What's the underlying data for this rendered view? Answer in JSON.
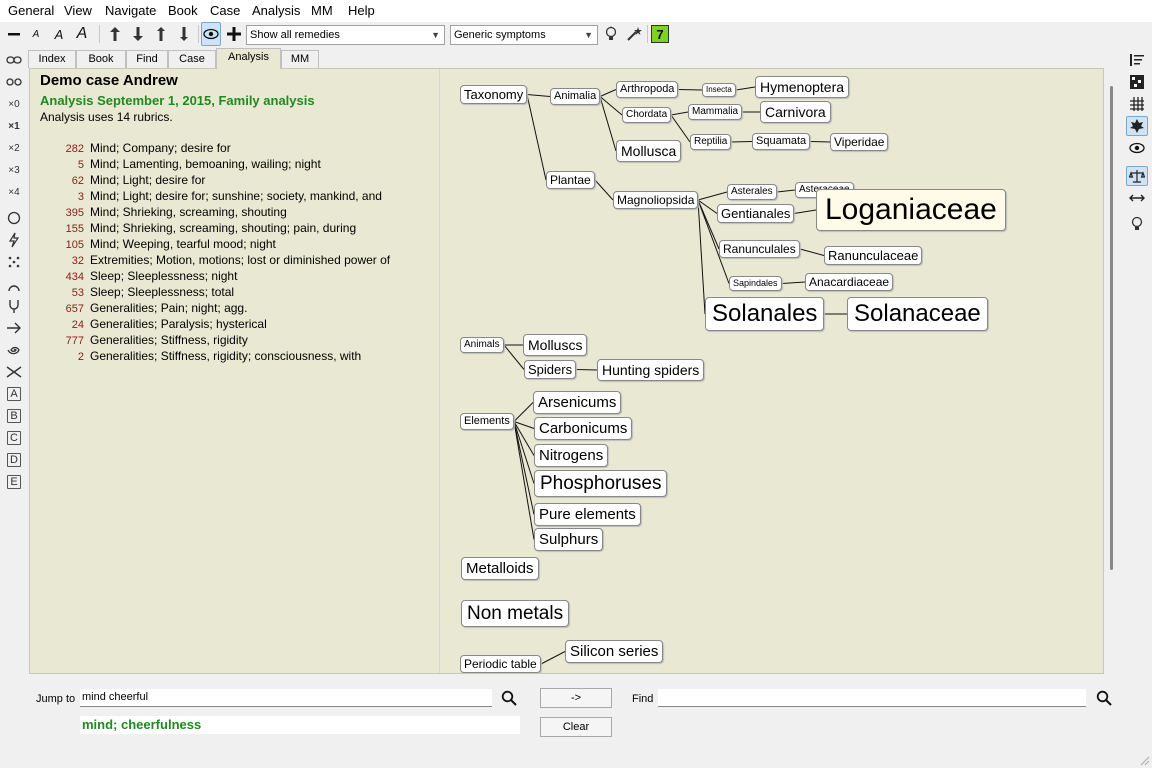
{
  "menu": [
    "General",
    "View",
    "Navigate",
    "Book",
    "Case",
    "Analysis",
    "MM",
    "Help"
  ],
  "toolbar": {
    "remedy_filter": "Show all remedies",
    "symptom_filter": "Generic symptoms",
    "count_badge": "7"
  },
  "left_toolbar": {
    "degree_filters": [
      "×0",
      "×1",
      "×2",
      "×3",
      "×4"
    ],
    "letters": [
      "A",
      "B",
      "C",
      "D",
      "E"
    ]
  },
  "tabs": [
    "Index",
    "Book",
    "Find",
    "Case",
    "Analysis",
    "MM"
  ],
  "case": {
    "title": "Demo case Andrew",
    "analysis_title": "Analysis September 1, 2015, Family analysis",
    "analysis_info": "Analysis uses 14 rubrics."
  },
  "rubrics": [
    {
      "count": "282",
      "text": "Mind; Company; desire for"
    },
    {
      "count": "5",
      "text": "Mind; Lamenting, bemoaning, wailing; night"
    },
    {
      "count": "62",
      "text": "Mind; Light; desire for"
    },
    {
      "count": "3",
      "text": "Mind; Light; desire for; sunshine; society, mankind, and"
    },
    {
      "count": "395",
      "text": "Mind; Shrieking, screaming, shouting"
    },
    {
      "count": "155",
      "text": "Mind; Shrieking, screaming, shouting; pain, during"
    },
    {
      "count": "105",
      "text": "Mind; Weeping, tearful mood; night"
    },
    {
      "count": "32",
      "text": "Extremities; Motion, motions; lost or diminished power of"
    },
    {
      "count": "434",
      "text": "Sleep; Sleeplessness; night"
    },
    {
      "count": "53",
      "text": "Sleep; Sleeplessness; total"
    },
    {
      "count": "657",
      "text": "Generalities; Pain; night; agg."
    },
    {
      "count": "24",
      "text": "Generalities; Paralysis; hysterical"
    },
    {
      "count": "777",
      "text": "Generalities; Stiffness, rigidity"
    },
    {
      "count": "2",
      "text": "Generalities; Stiffness, rigidity; consciousness, with"
    }
  ],
  "tree": [
    {
      "id": "taxonomy",
      "label": "Taxonomy"
    },
    {
      "id": "animalia",
      "label": "Animalia"
    },
    {
      "id": "arthropoda",
      "label": "Arthropoda"
    },
    {
      "id": "insecta",
      "label": "Insecta"
    },
    {
      "id": "hymenoptera",
      "label": "Hymenoptera"
    },
    {
      "id": "chordata",
      "label": "Chordata"
    },
    {
      "id": "mammalia",
      "label": "Mammalia"
    },
    {
      "id": "carnivora",
      "label": "Carnivora"
    },
    {
      "id": "reptilia",
      "label": "Reptilia"
    },
    {
      "id": "squamata",
      "label": "Squamata"
    },
    {
      "id": "viperidae",
      "label": "Viperidae"
    },
    {
      "id": "mollusca",
      "label": "Mollusca"
    },
    {
      "id": "plantae",
      "label": "Plantae"
    },
    {
      "id": "magnoliopsida",
      "label": "Magnoliopsida"
    },
    {
      "id": "asterales",
      "label": "Asterales"
    },
    {
      "id": "asteraceae",
      "label": "Asteraceae"
    },
    {
      "id": "gentianales",
      "label": "Gentianales"
    },
    {
      "id": "loganiaceae",
      "label": "Loganiaceae"
    },
    {
      "id": "ranunculales",
      "label": "Ranunculales"
    },
    {
      "id": "ranunculaceae",
      "label": "Ranunculaceae"
    },
    {
      "id": "sapindales",
      "label": "Sapindales"
    },
    {
      "id": "anacardiaceae",
      "label": "Anacardiaceae"
    },
    {
      "id": "solanales",
      "label": "Solanales"
    },
    {
      "id": "solanaceae",
      "label": "Solanaceae"
    },
    {
      "id": "animals",
      "label": "Animals"
    },
    {
      "id": "molluscs",
      "label": "Molluscs"
    },
    {
      "id": "spiders",
      "label": "Spiders"
    },
    {
      "id": "hunting_spiders",
      "label": "Hunting spiders"
    },
    {
      "id": "elements",
      "label": "Elements"
    },
    {
      "id": "arsenicums",
      "label": "Arsenicums"
    },
    {
      "id": "carbonicums",
      "label": "Carbonicums"
    },
    {
      "id": "nitrogens",
      "label": "Nitrogens"
    },
    {
      "id": "phosphoruses",
      "label": "Phosphoruses"
    },
    {
      "id": "pure_elements",
      "label": "Pure elements"
    },
    {
      "id": "sulphurs",
      "label": "Sulphurs"
    },
    {
      "id": "metalloids",
      "label": "Metalloids"
    },
    {
      "id": "non_metals",
      "label": "Non metals"
    },
    {
      "id": "periodic_table",
      "label": "Periodic table"
    },
    {
      "id": "silicon_series",
      "label": "Silicon series"
    }
  ],
  "bottom": {
    "jump_label": "Jump to",
    "jump_value": "mind cheerful",
    "go_button": "->",
    "clear_button": "Clear",
    "find_label": "Find",
    "find_value": "",
    "suggestion": "mind; cheerfulness"
  },
  "colors": {
    "panel_bg": "#e9e9d3",
    "analysis_green": "#1f8a1f",
    "count_red": "#8b1a1a"
  }
}
